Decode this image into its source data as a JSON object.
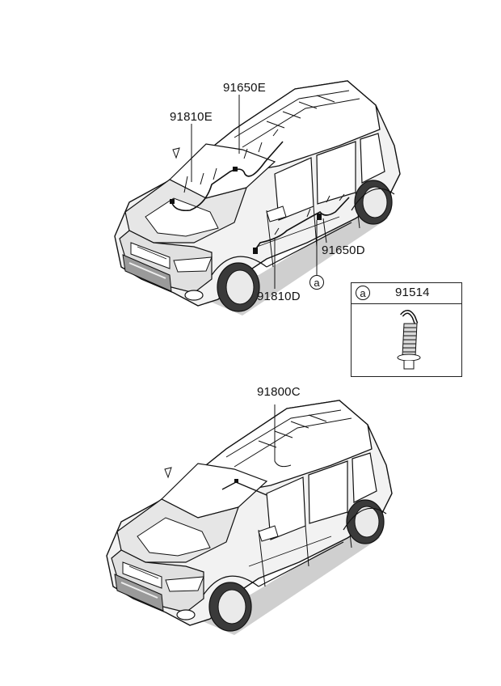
{
  "parts": {
    "top_car": {
      "p91810E": "91810E",
      "p91650E": "91650E",
      "p91650D": "91650D",
      "p91810D": "91810D",
      "ref": "a"
    },
    "bottom_car": {
      "p91800C": "91800C"
    }
  },
  "inset": {
    "ref": "a",
    "part": "91514"
  }
}
